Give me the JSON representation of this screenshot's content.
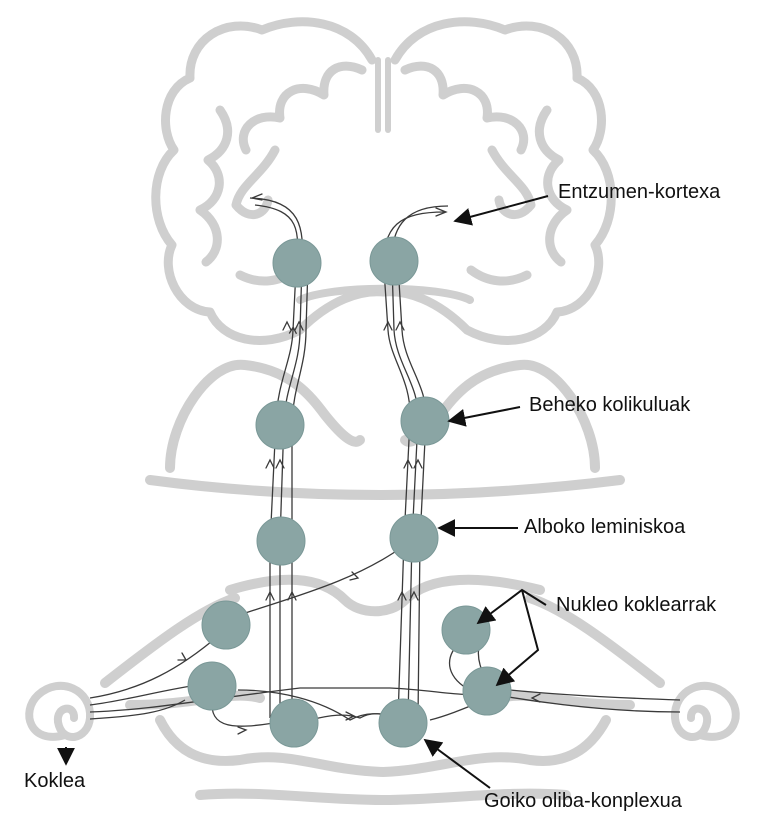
{
  "labels": {
    "auditory_cortex": "Entzumen-kortexa",
    "inferior_colliculi": "Beheko kolikuluak",
    "lateral_lemniscus": "Alboko leminiskoa",
    "cochlear_nuclei": "Nukleo koklearrak",
    "cochlea": "Koklea",
    "superior_olive": "Goiko oliba-konplexua"
  },
  "colors": {
    "anatomy": "#c8c8c8",
    "nucleus": "#8aa5a4",
    "pathway": "#3a3a3a",
    "text": "#111111"
  }
}
